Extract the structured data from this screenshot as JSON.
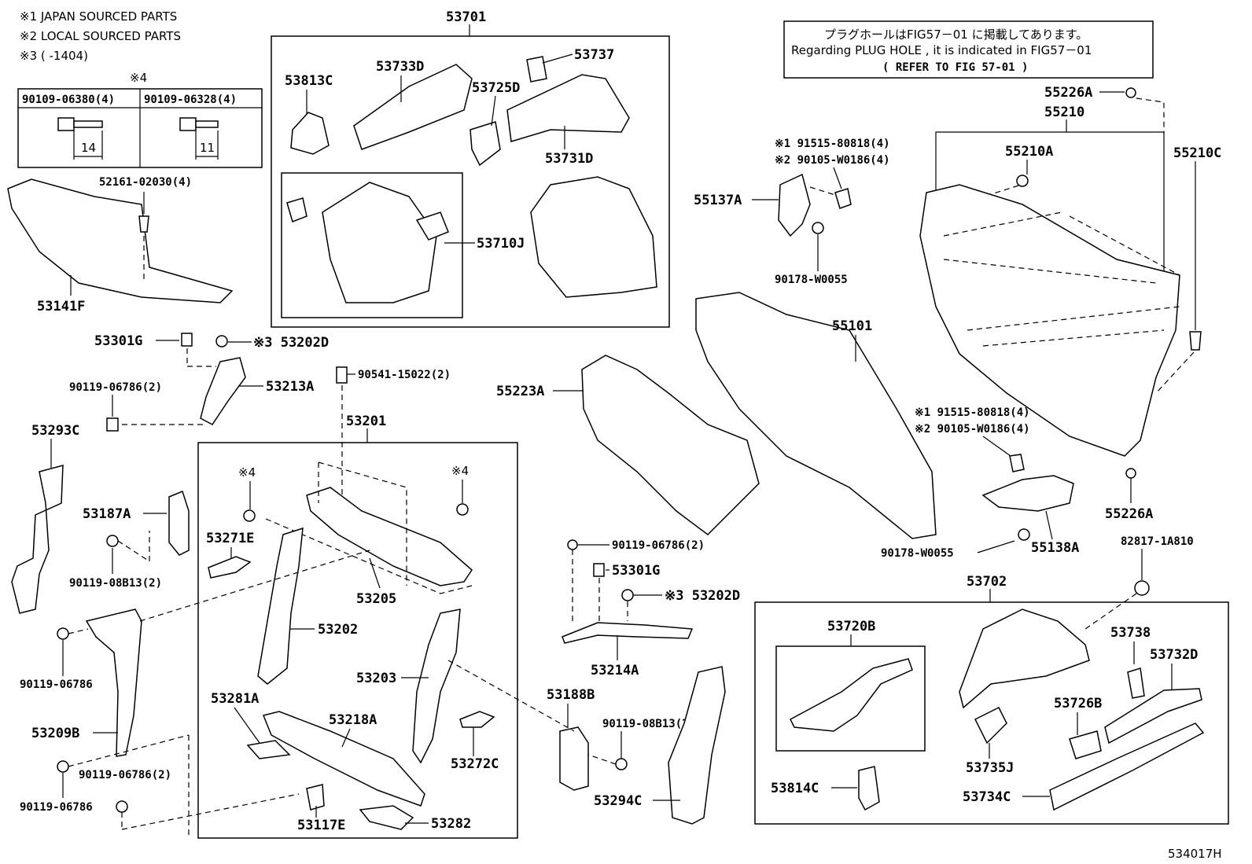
{
  "notes": {
    "n1": "※1 JAPAN SOURCED PARTS",
    "n2": "※2 LOCAL SOURCED PARTS",
    "n3": "※3 (     -1404)"
  },
  "bolt_table": {
    "mark": "※4",
    "col1": "90109-06380(4)",
    "col2": "90109-06328(4)",
    "dim1": "14",
    "dim2": "11"
  },
  "plug_note": {
    "line1": "プラグホールはFIG57－01 に掲載してあります。",
    "line2": "Regarding PLUG HOLE , it is indicated in FIG57－01",
    "line3": "( REFER TO FIG 57-01 )"
  },
  "figure_id": "534017H",
  "labels": {
    "p53701": "53701",
    "p53813C": "53813C",
    "p53733D": "53733D",
    "p53737": "53737",
    "p53725D": "53725D",
    "p53731D": "53731D",
    "p53710J": "53710J",
    "p52161": "52161-02030(4)",
    "p53141F": "53141F",
    "p53301G_a": "53301G",
    "p53202D_a": "※3 53202D",
    "p90541": "90541-15022(2)",
    "p90119_a": "90119-06786(2)",
    "p53213A": "53213A",
    "p53293C": "53293C",
    "p53201": "53201",
    "mark4a": "※4",
    "mark4b": "※4",
    "p53187A": "53187A",
    "p53271E": "53271E",
    "p90119_08B13a": "90119-08B13(2)",
    "p53205": "53205",
    "p53202": "53202",
    "p53203": "53203",
    "p53281A": "53281A",
    "p53218A": "53218A",
    "p53272C": "53272C",
    "p53117E": "53117E",
    "p53282": "53282",
    "p90119_b": "90119-06786",
    "p53209B": "53209B",
    "p90119_c": "90119-06786(2)",
    "p90119_d": "90119-06786",
    "p90119_e": "90119-06786(2)",
    "p53301G_b": "53301G",
    "p53202D_b": "※3 53202D",
    "p53214A": "53214A",
    "p53188B": "53188B",
    "p90119_08B13b": "90119-08B13(2)",
    "p53294C": "53294C",
    "p53702": "53702",
    "p53720B": "53720B",
    "p53738": "53738",
    "p53732D": "53732D",
    "p53726B": "53726B",
    "p53735J": "53735J",
    "p53814C": "53814C",
    "p53734C": "53734C",
    "p55226A_a": "55226A",
    "p55210": "55210",
    "p55210A": "55210A",
    "p55210C": "55210C",
    "p191515_a": "※1 91515-80818(4)",
    "p290105_a": "※2 90105-W0186(4)",
    "p55137A": "55137A",
    "p90178_a": "90178-W0055",
    "p55101": "55101",
    "p55223A": "55223A",
    "p191515_b": "※1 91515-80818(4)",
    "p290105_b": "※2 90105-W0186(4)",
    "p90178_b": "90178-W0055",
    "p55138A": "55138A",
    "p82817": "82817-1A810",
    "p55226A_b": "55226A"
  }
}
